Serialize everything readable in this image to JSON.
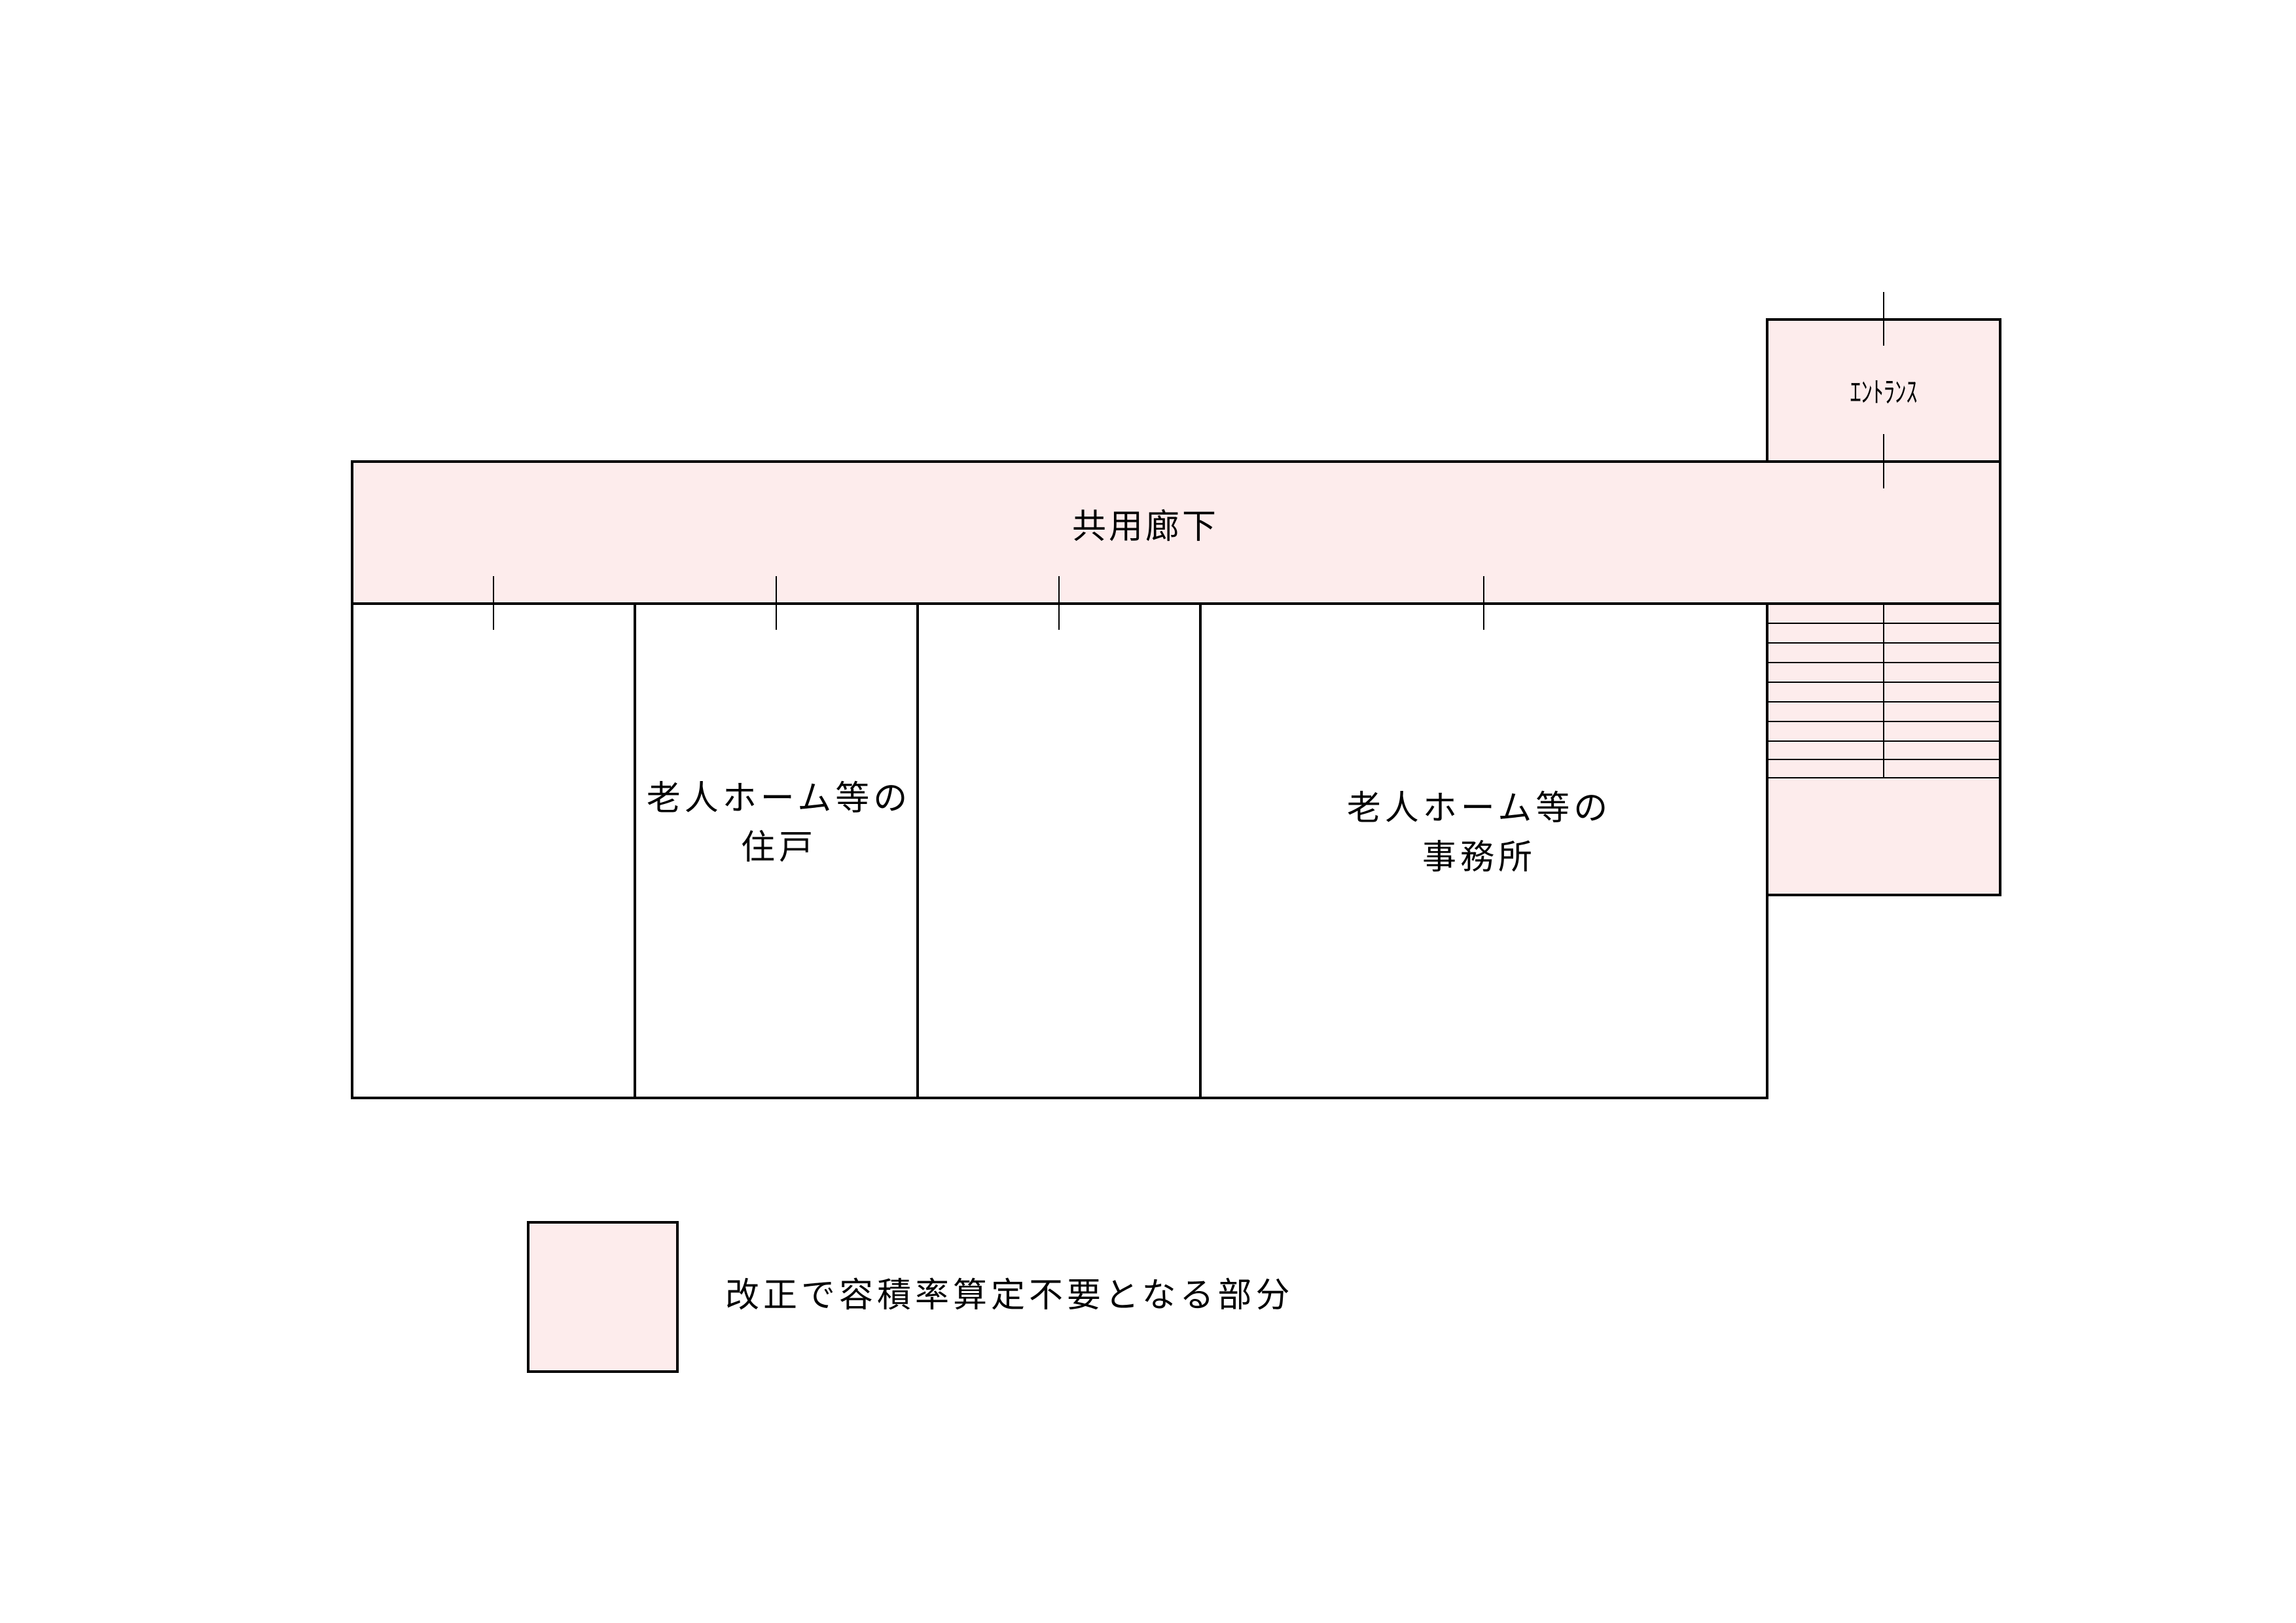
{
  "colors": {
    "exempt_fill": "#fdecec",
    "wall": "#000000",
    "background": "#ffffff"
  },
  "rooms": {
    "corridor_label": "共用廊下",
    "entrance_label": "ｴﾝﾄﾗﾝｽ",
    "dwelling_label_line1": "老人ホーム等の",
    "dwelling_label_line2": "住戸",
    "office_label_line1": "老人ホーム等の",
    "office_label_line2": "事務所"
  },
  "legend": {
    "label": "改正で容積率算定不要となる部分"
  }
}
